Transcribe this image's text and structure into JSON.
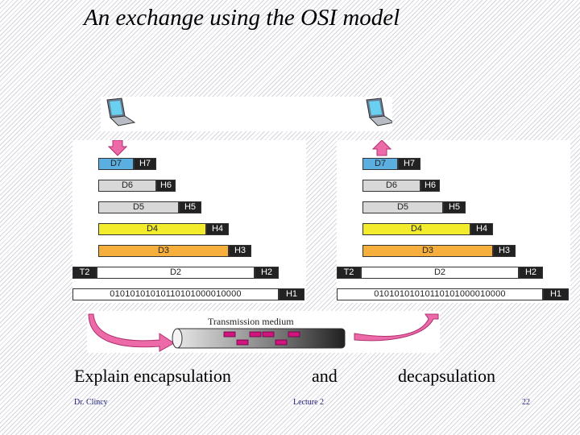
{
  "title": "An exchange using the OSI model",
  "left_stack": {
    "rows": [
      {
        "data": "D7",
        "header": "H7"
      },
      {
        "data": "D6",
        "header": "H6"
      },
      {
        "data": "D5",
        "header": "H5"
      },
      {
        "data": "D4",
        "header": "H4"
      },
      {
        "data": "D3",
        "header": "H3"
      },
      {
        "trailer": "T2",
        "data": "D2",
        "header": "H2"
      },
      {
        "bits": "01010101010110101000010000",
        "header": "H1"
      }
    ]
  },
  "right_stack": {
    "rows": [
      {
        "data": "D7",
        "header": "H7"
      },
      {
        "data": "D6",
        "header": "H6"
      },
      {
        "data": "D5",
        "header": "H5"
      },
      {
        "data": "D4",
        "header": "H4"
      },
      {
        "data": "D3",
        "header": "H3"
      },
      {
        "trailer": "T2",
        "data": "D2",
        "header": "H2"
      },
      {
        "bits": "01010101010110101000010000",
        "header": "H1"
      }
    ]
  },
  "medium_label": "Transmission medium",
  "caption": {
    "left": "Explain encapsulation",
    "middle": "and",
    "right": "decapsulation"
  },
  "footer": {
    "author": "Dr. Clincy",
    "lecture": "Lecture 2",
    "page": "22"
  },
  "colors": {
    "layer7": "#5aaee0",
    "layer6": "#d8d8d8",
    "layer5": "#d8d8d8",
    "layer4": "#f2ec2c",
    "layer3": "#f6ae3c",
    "layer2": "#ffffff",
    "arrow": "#ec6aa8",
    "signal": "#d0157e"
  }
}
